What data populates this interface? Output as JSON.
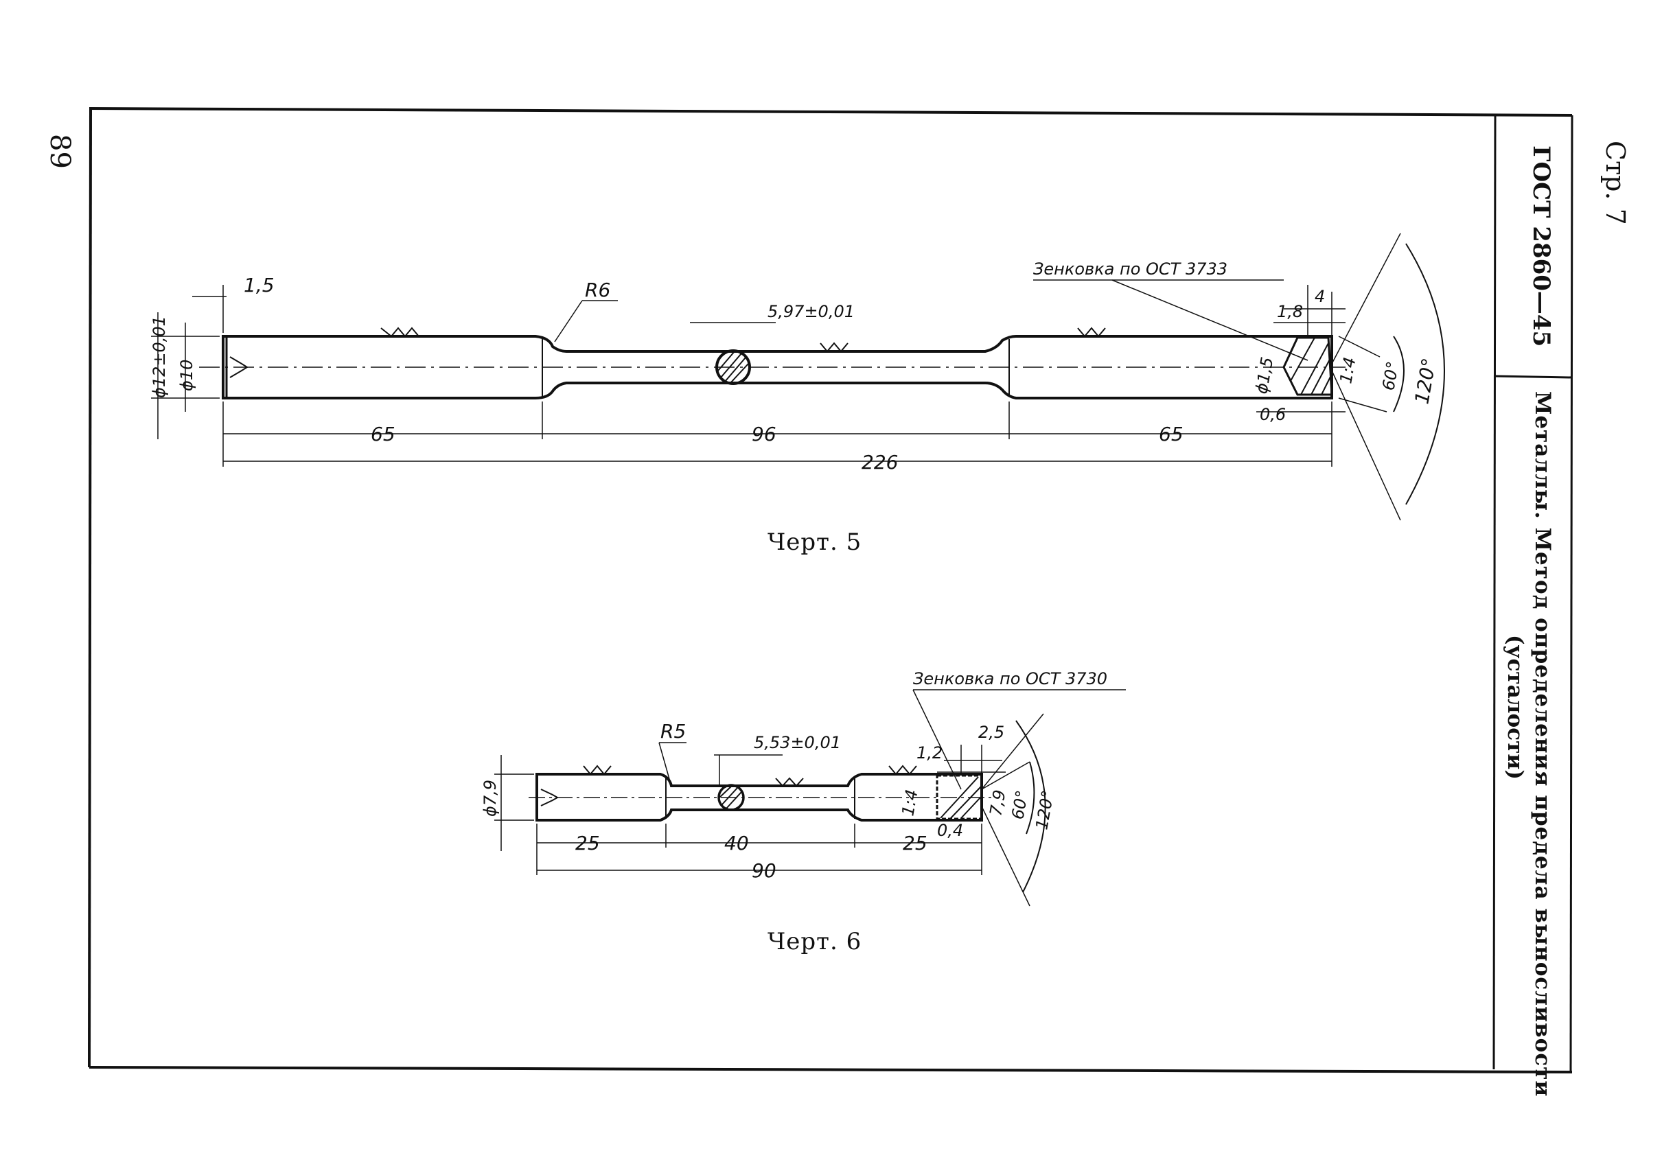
{
  "page": {
    "margin_page_number": "89",
    "page_label": "Стр. 7",
    "standard": "ГОСТ 2860—45",
    "title_line1": "Металлы. Метод определения предела выносливости",
    "title_line2": "(усталости)"
  },
  "figure5": {
    "caption": "Черт. 5",
    "countersink_note": "Зенковка по ОСТ 3733",
    "dims": {
      "end_step": "1,5",
      "radius": "R6",
      "center_dia": "5,97±0,01",
      "dia_outer": "ϕ12±0,01",
      "dia_inner": "ϕ10",
      "len_left": "65",
      "len_mid": "96",
      "len_right": "65",
      "len_total": "226",
      "cs_width": "4",
      "cs_depth": "1,8",
      "cs_small": "0,6",
      "cs_hole": "ϕ1,5",
      "cs_ratio": "1:4",
      "angle_60": "60°",
      "angle_120": "120°"
    }
  },
  "figure6": {
    "caption": "Черт. 6",
    "countersink_note": "Зенковка по ОСТ 3730",
    "dims": {
      "radius": "R5",
      "center_dia": "5,53±0,01",
      "dia_outer": "ϕ7,9",
      "len_left": "25",
      "len_mid": "40",
      "len_right": "25",
      "len_total": "90",
      "cs_width": "2,5",
      "cs_depth": "1,2",
      "cs_small": "0,4",
      "cs_ratio": "1:4",
      "cs_dia": "7,9",
      "angle_60": "60°",
      "angle_120": "120°"
    }
  }
}
